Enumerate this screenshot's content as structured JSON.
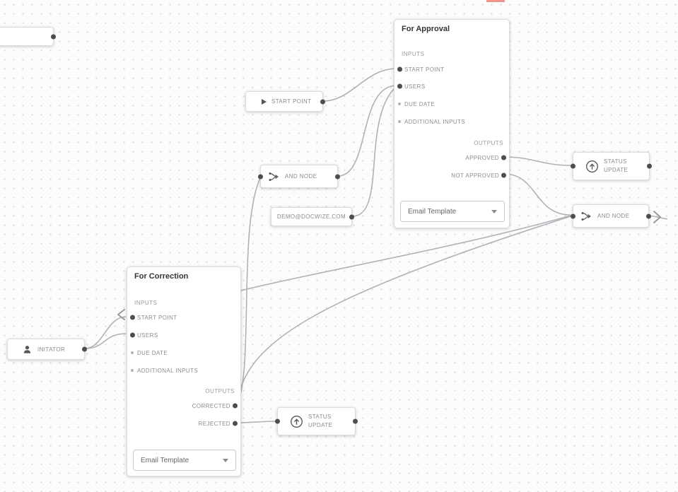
{
  "canvas": {
    "background_color": "#fcfcfc",
    "grid_dot_color": "#d9d9d9",
    "edge_color": "#b1b1b7",
    "handle_color": "#4d4d4d",
    "accent_mark_color": "#f1948a"
  },
  "nodes": {
    "start_point": {
      "label": "START POINT",
      "icon": "play-icon"
    },
    "and_node_1": {
      "label": "AND NODE",
      "icon": "merge-icon"
    },
    "and_node_2": {
      "label": "AND NODE",
      "icon": "merge-icon"
    },
    "email_node": {
      "label": "DEMO@DOCWIZE.COM"
    },
    "initiator_node": {
      "label": "INITATOR",
      "icon": "person-icon"
    },
    "status_update_1": {
      "label": "STATUS UPDATE",
      "icon": "arrow-up-circle-icon"
    },
    "status_update_2": {
      "label": "STATUS UPDATE",
      "icon": "arrow-up-circle-icon"
    }
  },
  "cards": {
    "approval": {
      "title": "For Approval",
      "inputs_label": "INPUTS",
      "outputs_label": "OUTPUTS",
      "inputs": [
        "START POINT",
        "USERS",
        "DUE DATE",
        "ADDITIONAL INPUTS"
      ],
      "outputs": [
        "APPROVED",
        "NOT APPROVED"
      ],
      "dropdown_value": "Email Template"
    },
    "correction": {
      "title": "For Correction",
      "inputs_label": "INPUTS",
      "outputs_label": "OUTPUTS",
      "inputs": [
        "START POINT",
        "USERS",
        "DUE DATE",
        "ADDITIONAL INPUTS"
      ],
      "outputs": [
        "CORRECTED",
        "REJECTED"
      ],
      "dropdown_value": "Email Template"
    }
  },
  "edges": [
    {
      "from": "start-point-node",
      "to": "approval-card.input.start-point"
    },
    {
      "from": "and-node-1",
      "to": "approval-card.input.users"
    },
    {
      "from": "email-node",
      "to": "approval-card.input.users"
    },
    {
      "from": "approval-card.output.approved",
      "to": "status-update-1"
    },
    {
      "from": "approval-card.output.not-approved",
      "to": "and-node-2"
    },
    {
      "from": "correction-card.output.corrected",
      "to": "and-node-1"
    },
    {
      "from": "correction-card.output.corrected",
      "to": "and-node-2"
    },
    {
      "from": "correction-card.output.rejected",
      "to": "status-update-2"
    },
    {
      "from": "initiator-node",
      "to": "correction-card.input.start-point"
    },
    {
      "from": "initiator-node",
      "to": "correction-card.input.users"
    },
    {
      "from": "and-node-2",
      "to": "offscreen-right"
    }
  ]
}
